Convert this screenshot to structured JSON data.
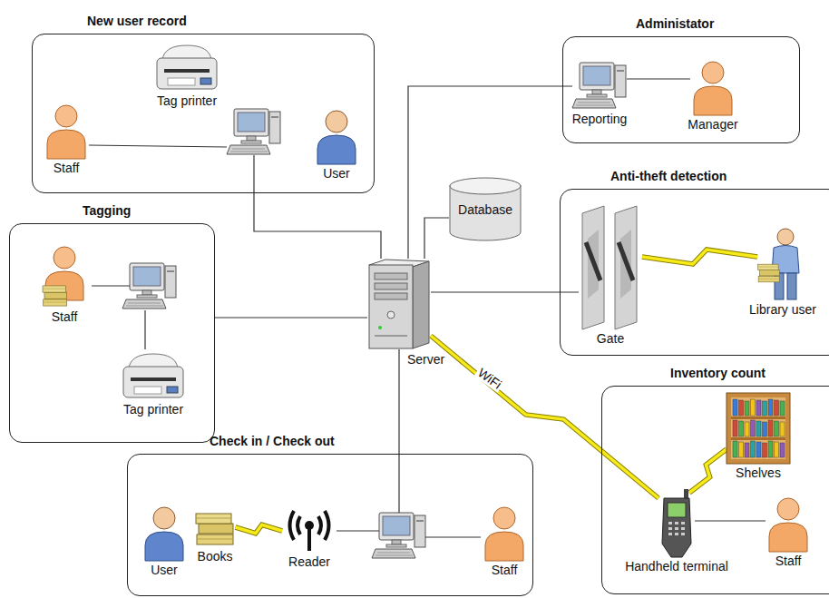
{
  "diagram": {
    "nodes": [
      {
        "text": [
          "New user record"
        ]
      },
      {
        "text": [
          "Tag printer"
        ],
        "in": 0
      },
      {
        "text": [
          "Staff"
        ],
        "in": 0
      },
      {
        "text": [
          "User"
        ],
        "in": 0
      },
      {
        "text": [
          "Administator"
        ]
      },
      {
        "text": [
          "Reporting"
        ],
        "in": 4
      },
      {
        "text": [
          "Manager"
        ],
        "in": 4
      },
      {
        "text": [
          "Database"
        ]
      },
      {
        "text": [
          "Anti-theft detection"
        ]
      },
      {
        "text": [
          "Gate"
        ],
        "in": 8
      },
      {
        "text": [
          "Library user"
        ],
        "in": 8
      },
      {
        "text": [
          "Tagging"
        ]
      },
      {
        "text": [
          "Staff"
        ],
        "in": 11
      },
      {
        "text": [
          "Tag printer"
        ],
        "in": 11
      },
      {
        "text": [
          "Server"
        ]
      },
      {
        "text": [
          "Inventory count"
        ]
      },
      {
        "text": [
          "Shelves"
        ],
        "in": 15
      },
      {
        "text": [
          "Handheld terminal"
        ],
        "in": 15
      },
      {
        "text": [
          "Staff"
        ],
        "in": 15
      },
      {
        "text": [
          "Check in / Check out"
        ]
      },
      {
        "text": [
          "User"
        ],
        "in": 19
      },
      {
        "text": [
          "Books"
        ],
        "in": 19
      },
      {
        "text": [
          "Reader"
        ],
        "in": 19
      },
      {
        "text": [
          "Staff"
        ],
        "in": 19
      }
    ],
    "edges": [
      {
        "from": 14,
        "to": 0,
        "arrow": "none"
      },
      {
        "from": 14,
        "to": 5,
        "arrow": "none"
      },
      {
        "from": 14,
        "to": 7,
        "arrow": "none"
      },
      {
        "from": 14,
        "to": 9,
        "arrow": "none"
      },
      {
        "from": 14,
        "to": 11,
        "arrow": "none"
      },
      {
        "from": 14,
        "to": 19,
        "arrow": "none"
      },
      {
        "from": 14,
        "to": 17,
        "label": "WiFi",
        "arrow": "none"
      },
      {
        "from": 6,
        "to": 5,
        "arrow": "none"
      },
      {
        "from": 10,
        "to": 9,
        "arrow": "none"
      },
      {
        "from": 21,
        "to": 22,
        "arrow": "none"
      },
      {
        "from": 17,
        "to": 16,
        "arrow": "none"
      },
      {
        "from": 18,
        "to": 17,
        "arrow": "none"
      }
    ]
  }
}
